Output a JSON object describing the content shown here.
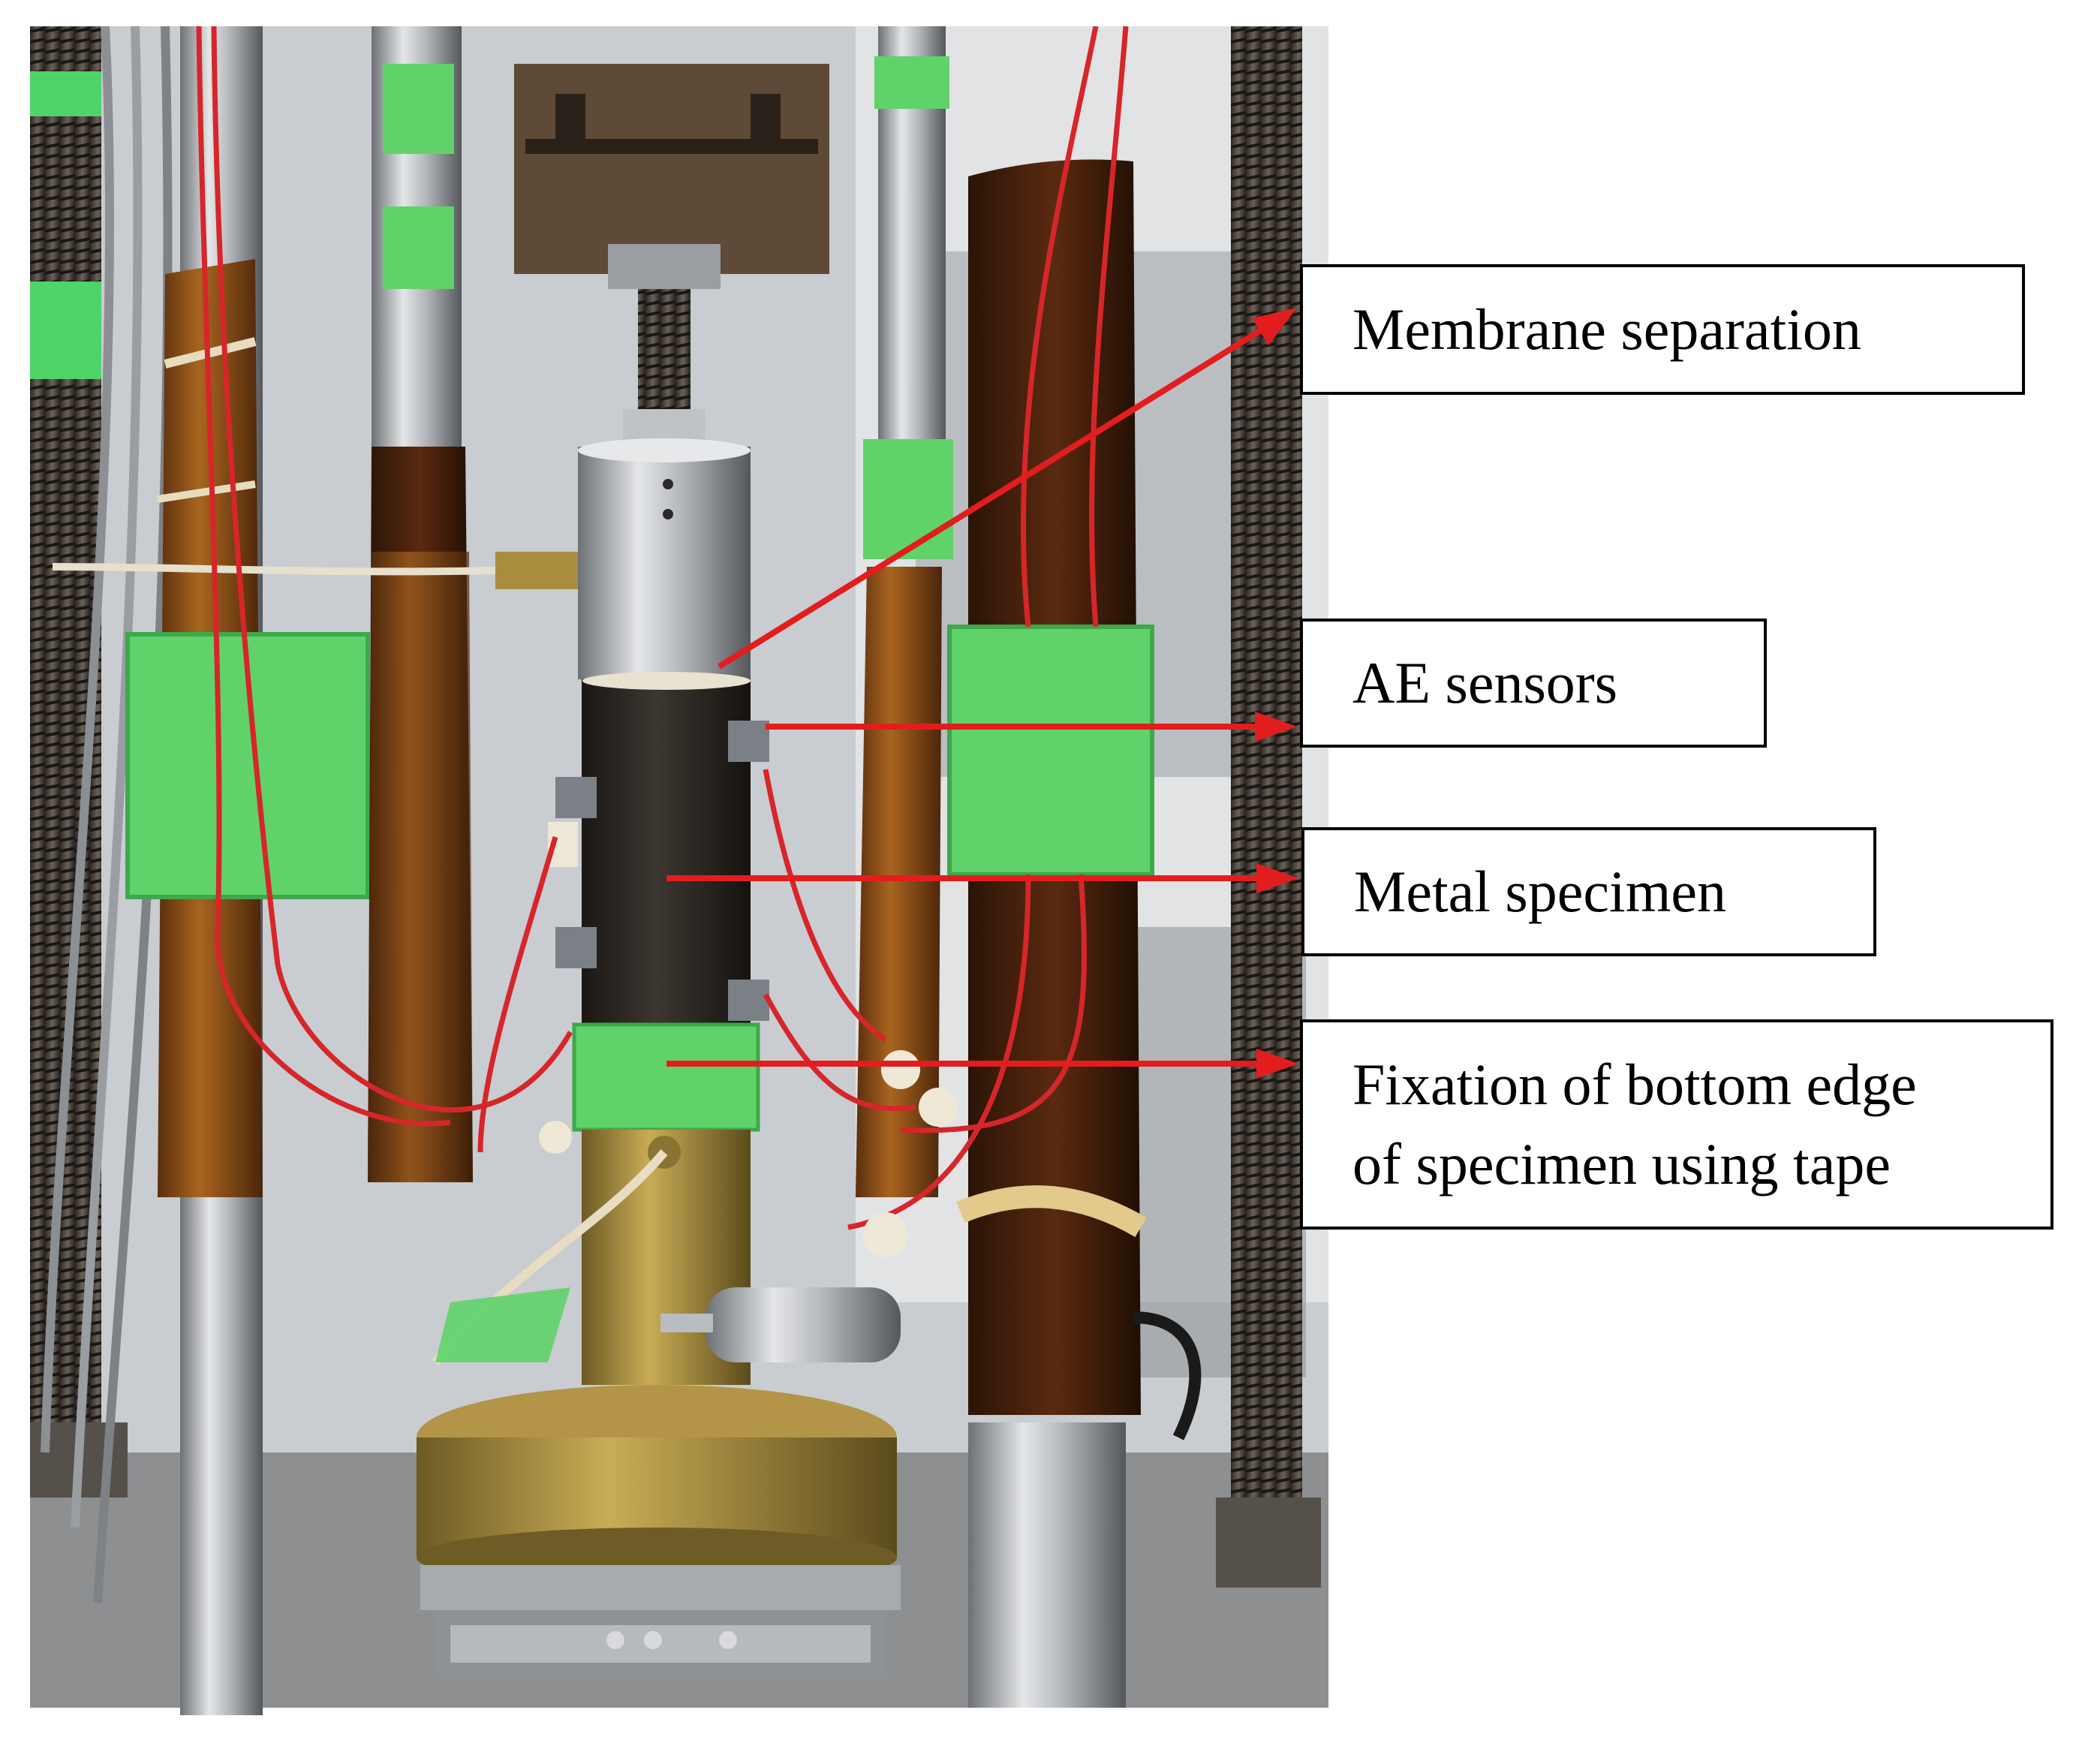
{
  "figure": {
    "photo_alt": "Laboratory test rig with a dark metal specimen mounted between loading columns, wrapped in green tape, with AE sensors and red cables",
    "colors": {
      "arrow": "#e31d1d",
      "label_border": "#000000",
      "tape_green": "#5fd36a",
      "specimen": "#2b2520",
      "brass": "#a78a3a",
      "steel": "#b9bcc0"
    },
    "annotations": [
      {
        "id": "membrane-separation",
        "text": "Membrane separation"
      },
      {
        "id": "ae-sensors",
        "text": "AE sensors"
      },
      {
        "id": "metal-specimen",
        "text": "Metal specimen"
      },
      {
        "id": "bottom-fixation",
        "text": "Fixation of bottom edge\nof specimen using tape"
      }
    ]
  }
}
